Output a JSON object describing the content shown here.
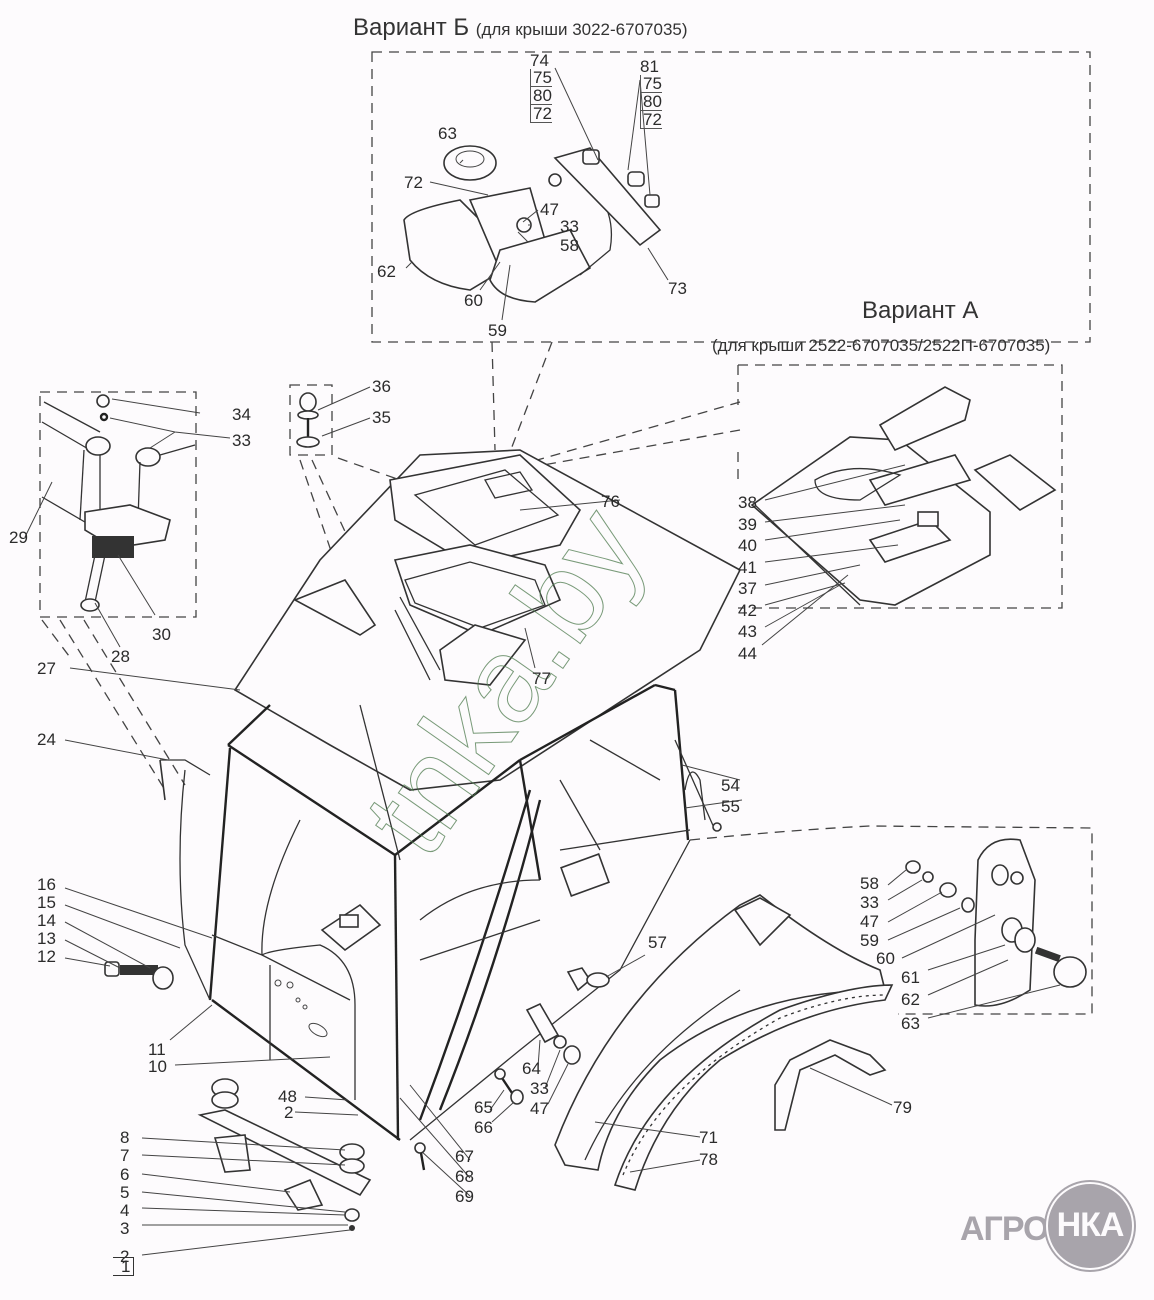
{
  "diagram": {
    "type": "exploded-parts-diagram",
    "subject": "tractor cab assembly"
  },
  "variant_b": {
    "title": "Вариант Б",
    "subtitle": "(для крыши 3022-6707035)",
    "callouts": {
      "stack_left": [
        "74",
        "75",
        "80",
        "72"
      ],
      "stack_right": [
        "81",
        "75",
        "80",
        "72"
      ],
      "p63": "63",
      "p72": "72",
      "p47": "47",
      "p33": "33",
      "p58": "58",
      "p62": "62",
      "p60": "60",
      "p59": "59",
      "p73": "73"
    }
  },
  "variant_a": {
    "title": "Вариант А",
    "subtitle": "(для крыши 2522-6707035/2522П-6707035)",
    "callouts": [
      "38",
      "39",
      "40",
      "41",
      "37",
      "42",
      "43",
      "44"
    ]
  },
  "hinge_detail": {
    "callouts": {
      "p34": "34",
      "p33": "33",
      "p29": "29",
      "p30": "30",
      "p28": "28"
    }
  },
  "bolt_detail": {
    "callouts": {
      "p36": "36",
      "p35": "35"
    }
  },
  "roof": {
    "callouts": {
      "p76": "76",
      "p77": "77",
      "p27": "27"
    }
  },
  "cab": {
    "callouts": {
      "p24": "24",
      "p54": "54",
      "p55": "55",
      "left_stack": [
        "16",
        "15",
        "14",
        "13",
        "12"
      ],
      "p11": "11",
      "p10": "10",
      "p48": "48",
      "p2": "2",
      "p57": "57",
      "p64": "64",
      "p33": "33",
      "p47": "47",
      "p65": "65",
      "p66": "66",
      "p67": "67",
      "p68": "68",
      "p69": "69"
    }
  },
  "door_lock_detail": {
    "callouts": [
      "58",
      "33",
      "47",
      "59",
      "60",
      "61",
      "62",
      "63"
    ]
  },
  "fender": {
    "callouts": {
      "p71": "71",
      "p78": "78",
      "p79": "79"
    }
  },
  "mount": {
    "callouts": [
      "8",
      "7",
      "6",
      "5",
      "4",
      "3",
      "2"
    ],
    "boxed": "1"
  },
  "watermark": {
    "text": "tnka.by",
    "color": "#4d7a4d"
  },
  "logo": {
    "left_text": "АГРО",
    "circle_text": "НКА",
    "color": "#a8a4ab"
  }
}
